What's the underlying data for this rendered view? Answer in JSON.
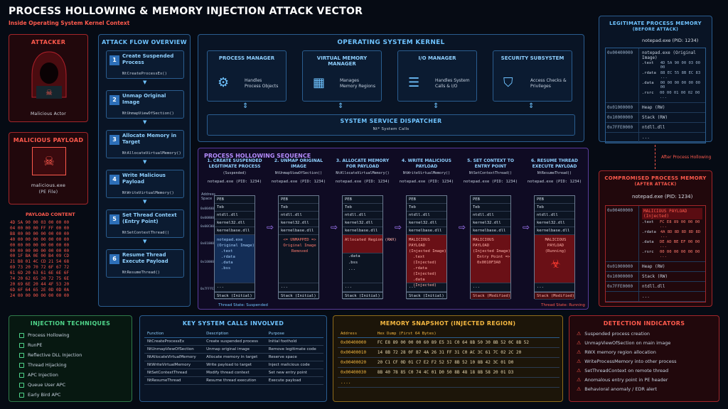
{
  "title": "PROCESS HOLLOWING & MEMORY INJECTION ATTACK VECTOR",
  "subtitle": "Inside Operating System Kernel Context",
  "attacker": {
    "title": "ATTACKER",
    "label": "Malicious Actor"
  },
  "payload": {
    "title": "MALICIOUS PAYLOAD",
    "file": "malicious.exe",
    "type": "(PE File)",
    "content_title": "PAYLOAD CONTENT",
    "hex": [
      "4D 5A 90 00 03 00 00 00",
      "04 00 00 00 FF FF 00 00",
      "B8 00 00 00 00 00 00 00",
      "40 00 00 00 00 00 00 00",
      "00 00 00 00 00 00 00 00",
      "00 00 00 00 00 00 00 00",
      "00 1F BA 0E 00 B4 09 CD",
      "21 B8 01 4C CD 21 54 68",
      "69 73 20 70 72 6F 67 72",
      "61 6D 20 63 61 6E 6E 6F",
      "74 20 62 65 20 72 75 6E",
      "20 69 6E 20 44 4F 53 20",
      "6D 6F 64 65 2E 0D 0D 0A",
      "24 00 00 00 00 00 00 00"
    ]
  },
  "attack_flow": {
    "title": "ATTACK FLOW OVERVIEW",
    "steps": [
      {
        "n": "1",
        "title": "Create Suspended Process",
        "api": "NtCreateProcessEx()"
      },
      {
        "n": "2",
        "title": "Unmap Original Image",
        "api": "NtUnmapViewOfSection()"
      },
      {
        "n": "3",
        "title": "Allocate Memory in Target",
        "api": "NtAllocateVirtualMemory()"
      },
      {
        "n": "4",
        "title": "Write Malicious Payload",
        "api": "NtWriteVirtualMemory()"
      },
      {
        "n": "5",
        "title": "Set Thread Context (Entry Point)",
        "api": "NtSetContextThread()"
      },
      {
        "n": "6",
        "title": "Resume Thread Execute Payload",
        "api": "NtResumeThread()"
      }
    ]
  },
  "kernel": {
    "title": "OPERATING SYSTEM KERNEL",
    "subsystems": [
      {
        "title": "PROCESS MANAGER",
        "desc1": "Handles",
        "desc2": "Process Objects",
        "icon": "⚙"
      },
      {
        "title": "VIRTUAL MEMORY MANAGER",
        "desc1": "Manages",
        "desc2": "Memory Regions",
        "icon": "▦"
      },
      {
        "title": "I/O MANAGER",
        "desc1": "Handles System",
        "desc2": "Calls & I/O",
        "icon": "☰"
      },
      {
        "title": "SECURITY SUBSYSTEM",
        "desc1": "Access Checks &",
        "desc2": "Privileges",
        "icon": "⛉"
      }
    ],
    "dispatcher": "SYSTEM SERVICE DISPATCHER",
    "dispatcher_sub": "Nt* System Calls"
  },
  "sequence": {
    "title": "PROCESS HOLLOWING SEQUENCE",
    "addr_label": "Address Space",
    "addresses": [
      "0x00400000",
      "0x00800000",
      "0x00C00000",
      "0x01000000",
      "0x10000000",
      "0x7FFFE0000"
    ],
    "steps": [
      {
        "title": "1. CREATE SUSPENDED LEGITIMATE PROCESS",
        "api": "(Suspended)",
        "proc": "notepad.exe (PID: 1234)",
        "main": [
          "notepad.exe",
          "(Original Image)",
          ".text",
          ".rdata",
          ".data",
          ".bss"
        ],
        "stack": "Stack (Initial)",
        "state": "Thread State: Suspended"
      },
      {
        "title": "2. UNMAP ORIGINAL IMAGE",
        "api": "NtUnmapViewOfSection()",
        "proc": "notepad.exe (PID: 1234)",
        "main": [
          "<= UNMAPPED =>",
          "Original Image",
          "Removed"
        ],
        "stack": "Stack (Initial)"
      },
      {
        "title": "3. ALLOCATE MEMORY FOR PAYLOAD",
        "api": "NtAllocateVirtualMemory()",
        "proc": "notepad.exe (PID: 1234)",
        "main": [
          "Allocated Region",
          "(RWX)"
        ],
        "extra": [
          ".data",
          ".bss",
          "..."
        ],
        "stack": "Stack (Initial)"
      },
      {
        "title": "4. WRITE MALICIOUS PAYLOAD",
        "api": "NtWriteVirtualMemory()",
        "proc": "notepad.exe (PID: 1234)",
        "main": [
          "MALICIOUS PAYLOAD",
          "(Injected Image)",
          ".text (Injected)",
          ".rdata (Injected)",
          ".data (Injected)"
        ],
        "stack": "Stack (Initial)"
      },
      {
        "title": "5. SET CONTEXT TO ENTRY POINT",
        "api": "NtSetContextThread()",
        "proc": "notepad.exe (PID: 1234)",
        "main": [
          "MALICIOUS PAYLOAD",
          "(Injected Image)",
          "Entry Point =>",
          "0x0010F3A0"
        ],
        "stack": "Stack (Modified)"
      },
      {
        "title": "6. RESUME THREAD EXECUTE PAYLOAD",
        "api": "NtResumeThread()",
        "proc": "notepad.exe (PID: 1234)",
        "main": [
          "MALICIOUS PAYLOAD",
          "(Running)"
        ],
        "stack": "Stack (Modified)",
        "state": "Thread State: Running"
      }
    ],
    "rows": [
      "PEB",
      "Teb",
      "ntdll.dll",
      "kernel32.dll",
      "kernelbase.dll"
    ]
  },
  "legit": {
    "title1": "LEGITIMATE PROCESS MEMORY",
    "title2": "(BEFORE ATTACK)",
    "proc": "notepad.exe (PID: 1234)",
    "rows": [
      {
        "a": "0x00400000",
        "b": "notepad.exe (Original Image)",
        "secs": [
          [
            ".text",
            "4D 5A 90 00 03 00 00"
          ],
          [
            ".rdata",
            "88 EC 55 8B EC 83 ..."
          ],
          [
            ".data",
            "00 00 00 00 00 00 00"
          ],
          [
            ".rsrc",
            "00 00 01 00 02 00 ..."
          ]
        ]
      },
      {
        "a": "0x01000000",
        "b": "Heap (RW)"
      },
      {
        "a": "0x10000000",
        "b": "Stack (RW)"
      },
      {
        "a": "0x7FFE0000",
        "b": "ntdll.dll"
      },
      {
        "a": "",
        "b": "..."
      }
    ]
  },
  "after_label": "After Process Hollowing",
  "comp": {
    "title1": "COMPROMISED PROCESS MEMORY",
    "title2": "(AFTER ATTACK)",
    "proc": "notepad.exe (PID: 1234)",
    "rows": [
      {
        "a": "0x00400000",
        "b": "MALICIOUS PAYLOAD (Injected)",
        "secs": [
          [
            ".text",
            "FC E8 89 00 00 00 ..."
          ],
          [
            ".rdata",
            "4A 8D 8D 8D 8D 8D ..."
          ],
          [
            ".data",
            "DE AD BE EF 00 00 ..."
          ],
          [
            ".rsrc",
            "00 00 00 00 00 00 ..."
          ]
        ]
      },
      {
        "a": "0x01000000",
        "b": "Heap (RW)"
      },
      {
        "a": "0x10000000",
        "b": "Stack (RW)"
      },
      {
        "a": "0x7FFE0000",
        "b": "ntdll.dll"
      },
      {
        "a": "",
        "b": "..."
      }
    ]
  },
  "techniques": {
    "title": "INJECTION TECHNIQUES",
    "items": [
      "Process Hollowing",
      "RunPE",
      "Reflective DLL Injection",
      "Thread Hijacking",
      "APC Injection",
      "Queue User APC",
      "Early Bird APC"
    ]
  },
  "syscalls": {
    "title": "KEY SYSTEM CALLS INVOLVED",
    "headers": [
      "Function",
      "Description",
      "Purpose"
    ],
    "rows": [
      [
        "NtCreateProcessEx",
        "Create suspended process",
        "Initial foothold"
      ],
      [
        "NtUnmapViewOfSection",
        "Unmap original image",
        "Remove legitimate code"
      ],
      [
        "NtAllocateVirtualMemory",
        "Allocate memory in target",
        "Reserve space"
      ],
      [
        "NtWriteVirtualMemory",
        "Write payload to target",
        "Inject malicious code"
      ],
      [
        "NtSetContextThread",
        "Modify thread context",
        "Set new entry point"
      ],
      [
        "NtResumeThread",
        "Resume thread execution",
        "Execute payload"
      ]
    ]
  },
  "snapshot": {
    "title": "MEMORY SNAPSHOT (INJECTED REGION)",
    "headers": [
      "Address",
      "Hex Dump (First 64 Bytes)"
    ],
    "rows": [
      [
        "0x00400000",
        "FC E8 89 00 00 00 60 89 E5 31 C0 64 8B 50 30 8B 52 0C 8B 52"
      ],
      [
        "0x00400010",
        "14 8B 72 28 0F B7 4A 26 31 FF 31 C0 AC 3C 61 7C 02 2C 20"
      ],
      [
        "0x00400020",
        "20 C1 CF 0D 01 C7 E2 F2 52 57 8B 52 10 8B 42 3C 01 D0"
      ],
      [
        "0x00400030",
        "8B 40 78 85 C0 74 4C 01 D0 50 8B 48 18 8B 58 20 01 D3"
      ],
      [
        "....",
        ""
      ]
    ]
  },
  "detection": {
    "title": "DETECTION INDICATORS",
    "items": [
      "Suspended process creation",
      "UnmapViewOfSection on main image",
      "RWX memory region allocation",
      "WriteProcessMemory into other process",
      "SetThreadContext on remote thread",
      "Anomalous entry point in PE header",
      "Behavioral anomaly / EDR alert"
    ]
  }
}
